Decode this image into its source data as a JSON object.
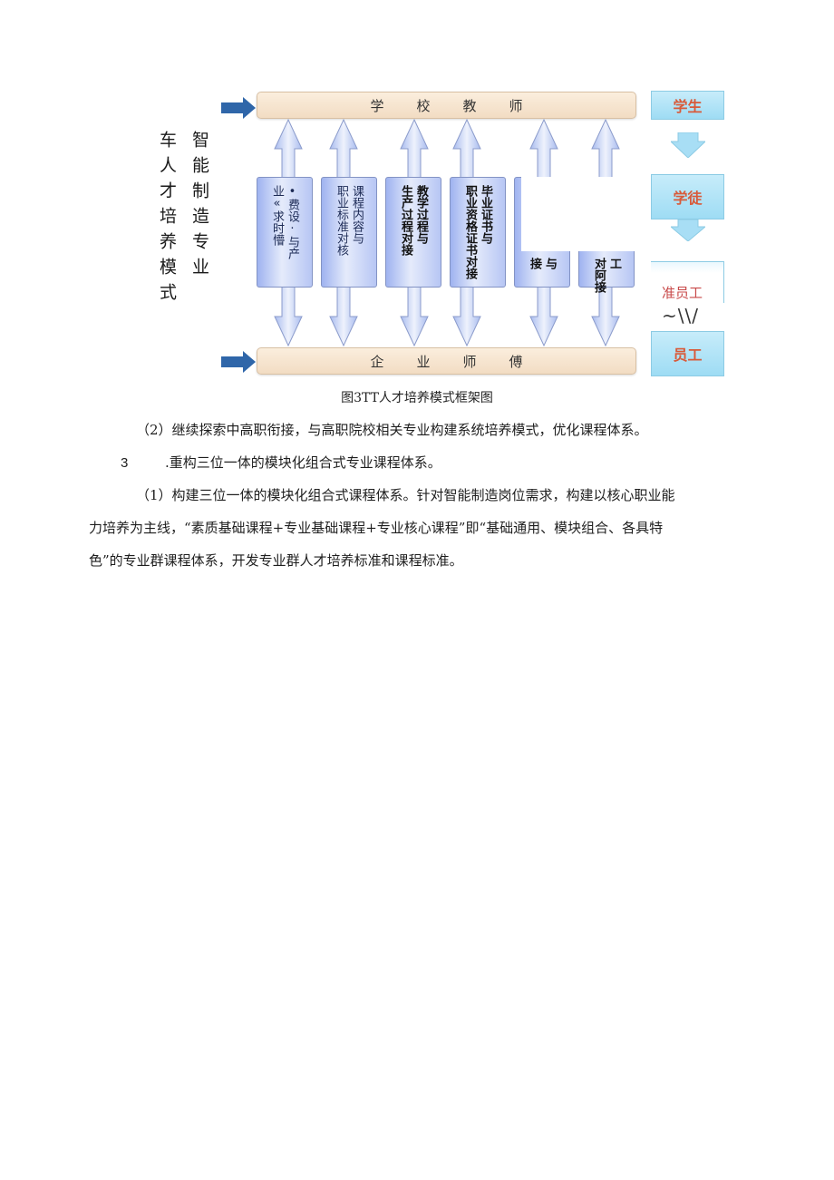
{
  "left_title": {
    "col1": "车人才培养模式",
    "col2": "智能制造专业"
  },
  "top_bar": "学校教师",
  "bottom_bar": "企业师傅",
  "panels": [
    {
      "text": "•费设·与产\n业«求时懵",
      "bold": false
    },
    {
      "text": "课程内容与\n职业标准对核",
      "bold": false
    },
    {
      "text": "教学过程与\n生产过程对接",
      "bold": true
    },
    {
      "text": "毕业证书与\n职业资格证书对接",
      "bold": true
    },
    {
      "text": "与\n接",
      "bold": true
    },
    {
      "text": "工\n对阿接",
      "bold": true
    }
  ],
  "right_boxes": {
    "student": "学生",
    "apprentice": "学徒",
    "quasi_staff": "准员工",
    "staff": "员工",
    "scribble": "~\\\\/"
  },
  "caption": "图3TT人才培养模式框架图",
  "paragraphs": {
    "p1": "（2）继续探索中高职衔接，与高职院校相关专业构建系统培养模式，优化课程体系。",
    "p2_num": "3",
    "p2_text": ".重构三位一体的模块化组合式专业课程体系。",
    "p3_line1": "（1）构建三位一体的模块化组合式课程体系。针对智能制造岗位需求，构建以核心职业能",
    "p3_line2": "力培养为主线，“素质基础课程+专业基础课程+专业核心课程”即“基础通用、模块组合、各具特",
    "p3_line3": "色”的专业群课程体系，开发专业群人才培养标准和课程标准。"
  },
  "colors": {
    "bar_fill": "#f5e2cc",
    "arrow_blue": "#2f66a9",
    "panel_blue": "#b7c6f4",
    "box_cyan": "#b2e4f7",
    "box_text": "#d85a3a"
  }
}
